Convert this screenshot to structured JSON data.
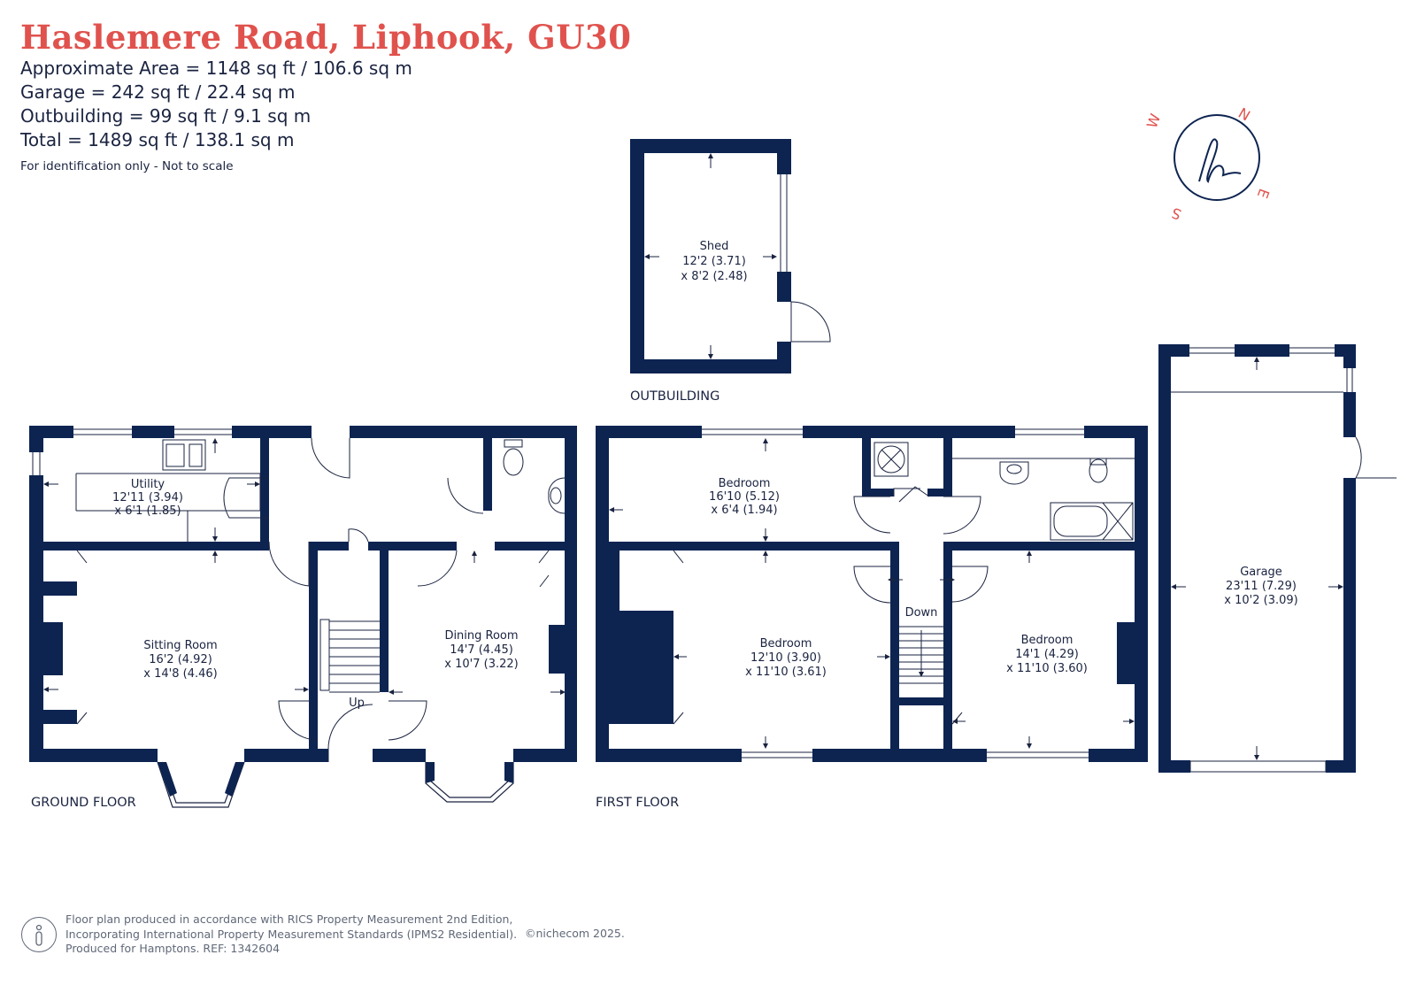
{
  "header": {
    "title": "Haslemere Road, Liphook, GU30",
    "area_lines": [
      "Approximate Area = 1148 sq ft / 106.6 sq m",
      "Garage = 242 sq ft / 22.4 sq m",
      "Outbuilding = 99 sq ft / 9.1 sq m",
      "Total = 1489 sq ft / 138.1 sq m"
    ],
    "note": "For identification only - Not to scale"
  },
  "compass": {
    "n": "N",
    "e": "E",
    "s": "S",
    "w": "W",
    "monogram": "h"
  },
  "floors": {
    "outbuilding": "OUTBUILDING",
    "ground": "GROUND FLOOR",
    "first": "FIRST FLOOR"
  },
  "rooms": {
    "shed": {
      "name": "Shed",
      "dim1": "12'2 (3.71)",
      "dim2": "x 8'2 (2.48)"
    },
    "utility": {
      "name": "Utility",
      "dim1": "12'11 (3.94)",
      "dim2": "x 6'1 (1.85)"
    },
    "sitting": {
      "name": "Sitting Room",
      "dim1": "16'2 (4.92)",
      "dim2": "x 14'8 (4.46)"
    },
    "dining": {
      "name": "Dining Room",
      "dim1": "14'7 (4.45)",
      "dim2": "x 10'7 (3.22)"
    },
    "bedroom_top": {
      "name": "Bedroom",
      "dim1": "16'10 (5.12)",
      "dim2": "x 6'4 (1.94)"
    },
    "bedroom_mid": {
      "name": "Bedroom",
      "dim1": "12'10 (3.90)",
      "dim2": "x 11'10 (3.61)"
    },
    "bedroom_right": {
      "name": "Bedroom",
      "dim1": "14'1 (4.29)",
      "dim2": "x 11'10 (3.60)"
    },
    "garage": {
      "name": "Garage",
      "dim1": "23'11 (7.29)",
      "dim2": "x 10'2 (3.09)"
    }
  },
  "stairs": {
    "up": "Up",
    "down": "Down"
  },
  "footer": {
    "lines": [
      "Floor plan produced in accordance with RICS Property Measurement 2nd Edition,",
      "Incorporating International Property Measurement Standards (IPMS2 Residential).",
      "Produced for Hamptons.  REF: 1342604"
    ],
    "copyright": "©nichecom 2025."
  },
  "colors": {
    "title": "#e0524d",
    "wall": "#0d2451",
    "compass": "#e0524d"
  }
}
